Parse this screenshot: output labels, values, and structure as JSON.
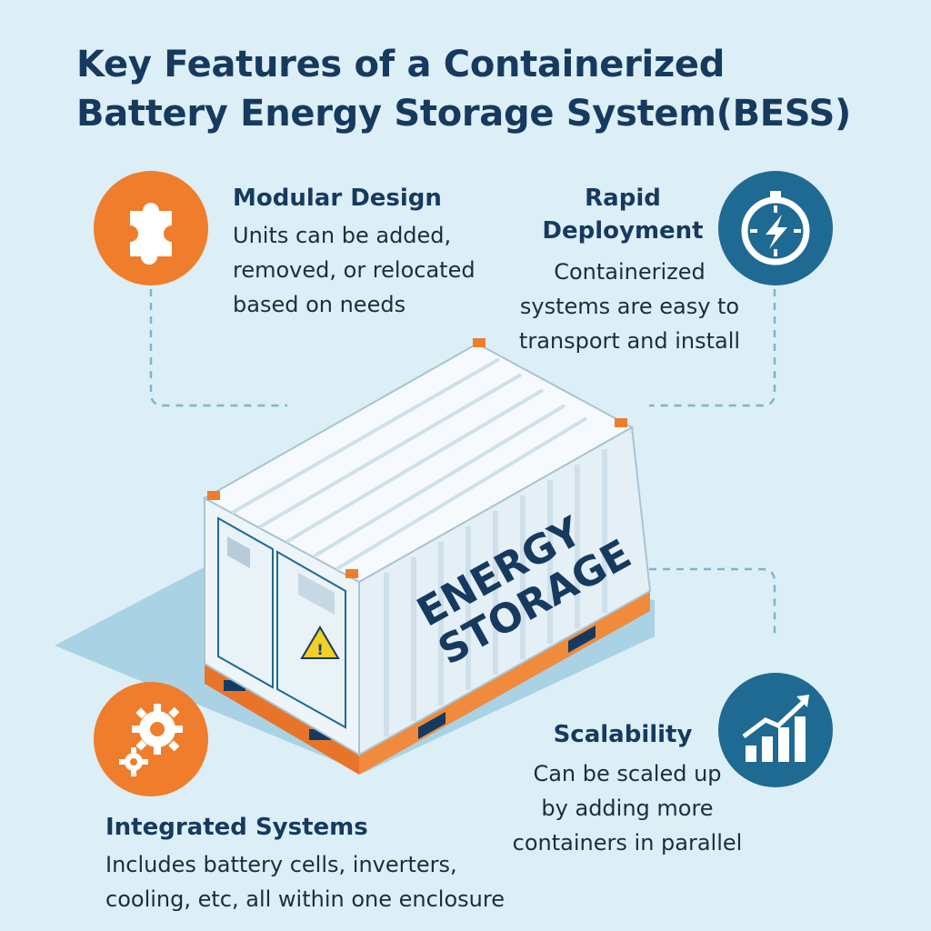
{
  "title": {
    "line1": "Key Features of a Containerized",
    "line2": "Battery Energy Storage System(BESS)"
  },
  "container": {
    "label_line1": "ENERGY",
    "label_line2": "STORAGE"
  },
  "features": {
    "modular": {
      "title": "Modular Design",
      "desc": [
        "Units can be added,",
        "removed, or relocated",
        "based on needs"
      ],
      "icon": "puzzle-piece-icon"
    },
    "rapid": {
      "title": [
        "Rapid",
        "Deployment"
      ],
      "desc": [
        "Containerized",
        "systems are easy to",
        "transport and install"
      ],
      "icon": "stopwatch-bolt-icon"
    },
    "integrated": {
      "title": "Integrated Systems",
      "desc": [
        "Includes battery cells, inverters,",
        "cooling, etc, all within one enclosure"
      ],
      "icon": "gears-icon"
    },
    "scalability": {
      "title": "Scalability",
      "desc": [
        "Can be scaled up",
        "by adding more",
        "containers in parallel"
      ],
      "icon": "growth-chart-icon"
    }
  },
  "colors": {
    "background": "#dceef6",
    "navy": "#163a5f",
    "orange": "#ef7d2b",
    "blue": "#1e6a93"
  }
}
